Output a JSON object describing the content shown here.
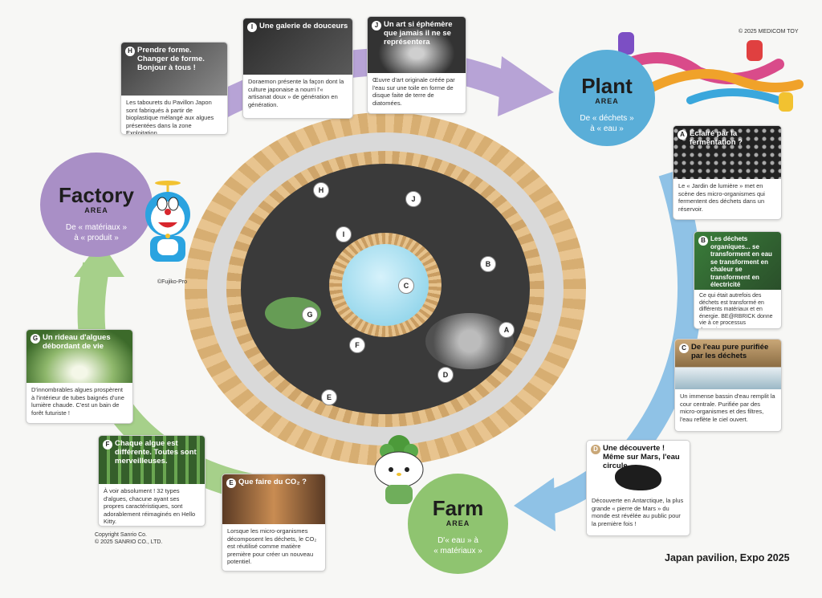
{
  "copyright_medicom": "© 2025 MEDICOM TOY",
  "copyright_fujiko": "©Fujiko-Pro",
  "copyright_sanrio_1": "Copyright Sanrio Co.",
  "copyright_sanrio_2": "© 2025 SANRIO CO., LTD.",
  "footer_title": "Japan pavilion, Expo 2025",
  "areas": {
    "plant": {
      "name": "Plant",
      "tag": "AREA",
      "desc_1": "De « déchets »",
      "desc_2": "à « eau »",
      "color": "#5aaed8"
    },
    "factory": {
      "name": "Factory",
      "tag": "AREA",
      "desc_1": "De « matériaux »",
      "desc_2": "à « produit »",
      "color": "#a98fc6"
    },
    "farm": {
      "name": "Farm",
      "tag": "AREA",
      "desc_1": "D'« eau » à",
      "desc_2": "« matériaux »",
      "color": "#8fc470"
    }
  },
  "cards": {
    "H": {
      "letter": "H",
      "title": "Prendre forme. Changer de forme. Bonjour à tous !",
      "text": "Les tabourets du Pavillon Japon sont fabriqués à partir de bioplastique mélangé aux algues présentées dans la zone Exploitation."
    },
    "I": {
      "letter": "I",
      "title": "Une galerie de douceurs",
      "text": "Doraemon présente la façon dont la culture japonaise a nourri l'« artisanat doux » de génération en génération."
    },
    "J": {
      "letter": "J",
      "title": "Un art si éphémère que jamais il ne se représentera",
      "text": "Œuvre d'art originale créée par l'eau sur une toile en forme de disque faite de terre de diatomées."
    },
    "A": {
      "letter": "A",
      "title": "Éclairé par la fermentation ?",
      "text": "Le « Jardin de lumière » met en scène des micro-organismes qui fermentent des déchets dans un réservoir."
    },
    "B": {
      "letter": "B",
      "title": "Les déchets organiques... se transforment en eau se transforment en chaleur se transforment en électricité",
      "text": "Ce qui était autrefois des déchets est transformé en différents matériaux et en énergie. BE@RBRICK donne vie à ce processus dynamique."
    },
    "C": {
      "letter": "C",
      "title": "De l'eau pure purifiée par les déchets",
      "text": "Un immense bassin d'eau remplit la cour centrale. Purifiée par des micro-organismes et des filtres, l'eau reflète le ciel ouvert."
    },
    "D": {
      "letter": "D",
      "title": "Une découverte ! Même sur Mars, l'eau circule.",
      "text": "Découverte en Antarctique, la plus grande « pierre de Mars » du monde est révélée au public pour la première fois !"
    },
    "G": {
      "letter": "G",
      "title": "Un rideau d'algues débordant de vie",
      "text": "D'innombrables algues prospèrent à l'intérieur de tubes baignés d'une lumière chaude. C'est un bain de forêt futuriste !"
    },
    "F": {
      "letter": "F",
      "title": "Chaque algue est différente. Toutes sont merveilleuses.",
      "text": "À voir absolument ! 32 types d'algues, chacune ayant ses propres caractéristiques, sont adorablement réimaginés en Hello Kitty."
    },
    "E": {
      "letter": "E",
      "title": "Que faire du CO₂ ?",
      "text": "Lorsque les micro-organismes décomposent les déchets, le CO₂ est réutilisé comme matière première pour créer un nouveau potentiel."
    }
  },
  "map_labels": {
    "A": "A",
    "B": "B",
    "C": "C",
    "D": "D",
    "E": "E",
    "F": "F",
    "G": "G",
    "H": "H",
    "I": "I",
    "J": "J"
  }
}
